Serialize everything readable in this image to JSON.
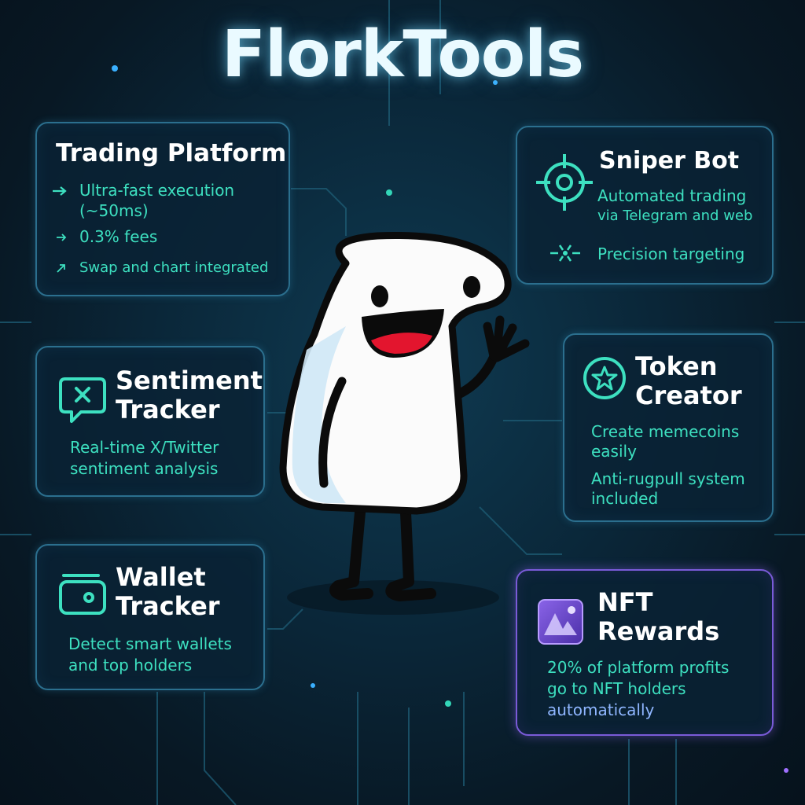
{
  "title": "FlorkTools",
  "colors": {
    "accent": "#3de0c0",
    "border": "#2b6f8e",
    "nft_border": "#7a5bd8",
    "background": "#0a2638"
  },
  "cards": {
    "trading": {
      "title": "Trading Platform",
      "features": [
        "Ultra-fast execution",
        "(~50ms)",
        "0.3% fees",
        "Swap and chart integrated"
      ],
      "icons": [
        "arrow-right-icon",
        "arrow-right-icon",
        "arrow-up-right-icon"
      ]
    },
    "sniper": {
      "title": "Sniper Bot",
      "lines": [
        "Automated trading",
        "via Telegram and web"
      ],
      "feature": "Precision targeting",
      "icons": [
        "crosshair-icon",
        "target-burst-icon"
      ]
    },
    "sentiment": {
      "title_line1": "Sentiment",
      "title_line2": "Tracker",
      "lines": [
        "Real-time X/Twitter",
        "sentiment analysis"
      ],
      "icon": "chat-x-icon"
    },
    "token": {
      "title_line1": "Token",
      "title_line2": "Creator",
      "lines": [
        "Create memecoins",
        "easily",
        "Anti-rugpull system",
        "included"
      ],
      "icon": "star-coin-icon"
    },
    "wallet": {
      "title_line1": "Wallet",
      "title_line2": "Tracker",
      "lines": [
        "Detect smart wallets",
        "and top holders"
      ],
      "icon": "wallet-icon"
    },
    "nft": {
      "title_line1": "NFT",
      "title_line2": "Rewards",
      "lines": [
        "20% of platform profits",
        "go to NFT holders",
        "automatically"
      ],
      "icon": "nft-image-icon"
    }
  },
  "mascot": "flork-mascot"
}
